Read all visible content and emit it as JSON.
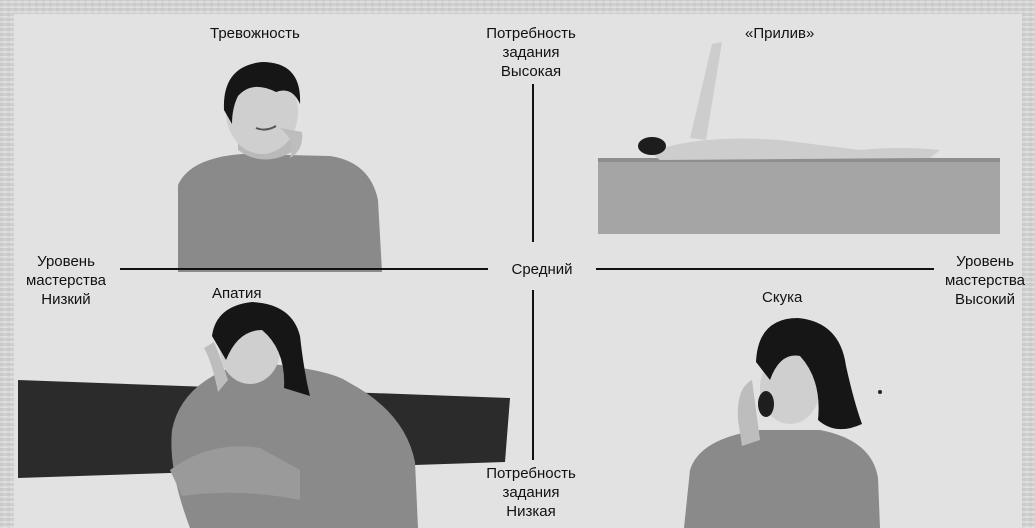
{
  "quadrants": {
    "top_left": "Тревожность",
    "top_right": "«Прилив»",
    "bottom_left": "Апатия",
    "bottom_right": "Скука"
  },
  "axes": {
    "top": [
      "Потребность",
      "задания",
      "Высокая"
    ],
    "bottom": [
      "Потребность",
      "задания",
      "Низкая"
    ],
    "left": [
      "Уровень",
      "мастерства",
      "Низкий"
    ],
    "right": [
      "Уровень",
      "мастерства",
      "Высокий"
    ],
    "center": "Средний"
  }
}
